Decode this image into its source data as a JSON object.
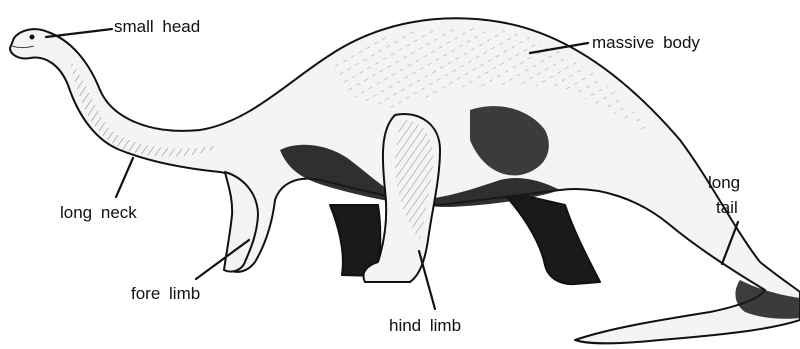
{
  "labels": {
    "small_head": "small  head",
    "massive_body": "massive  body",
    "long_tail_line1": "long",
    "long_tail_line2": "tail",
    "long_neck": "long  neck",
    "fore_limb": "fore limb",
    "hind_limb": "hind limb"
  },
  "colors": {
    "ink": "#111111",
    "body_fill": "#f4f4f4",
    "shadow": "#1a1a1a",
    "background": "#ffffff"
  }
}
